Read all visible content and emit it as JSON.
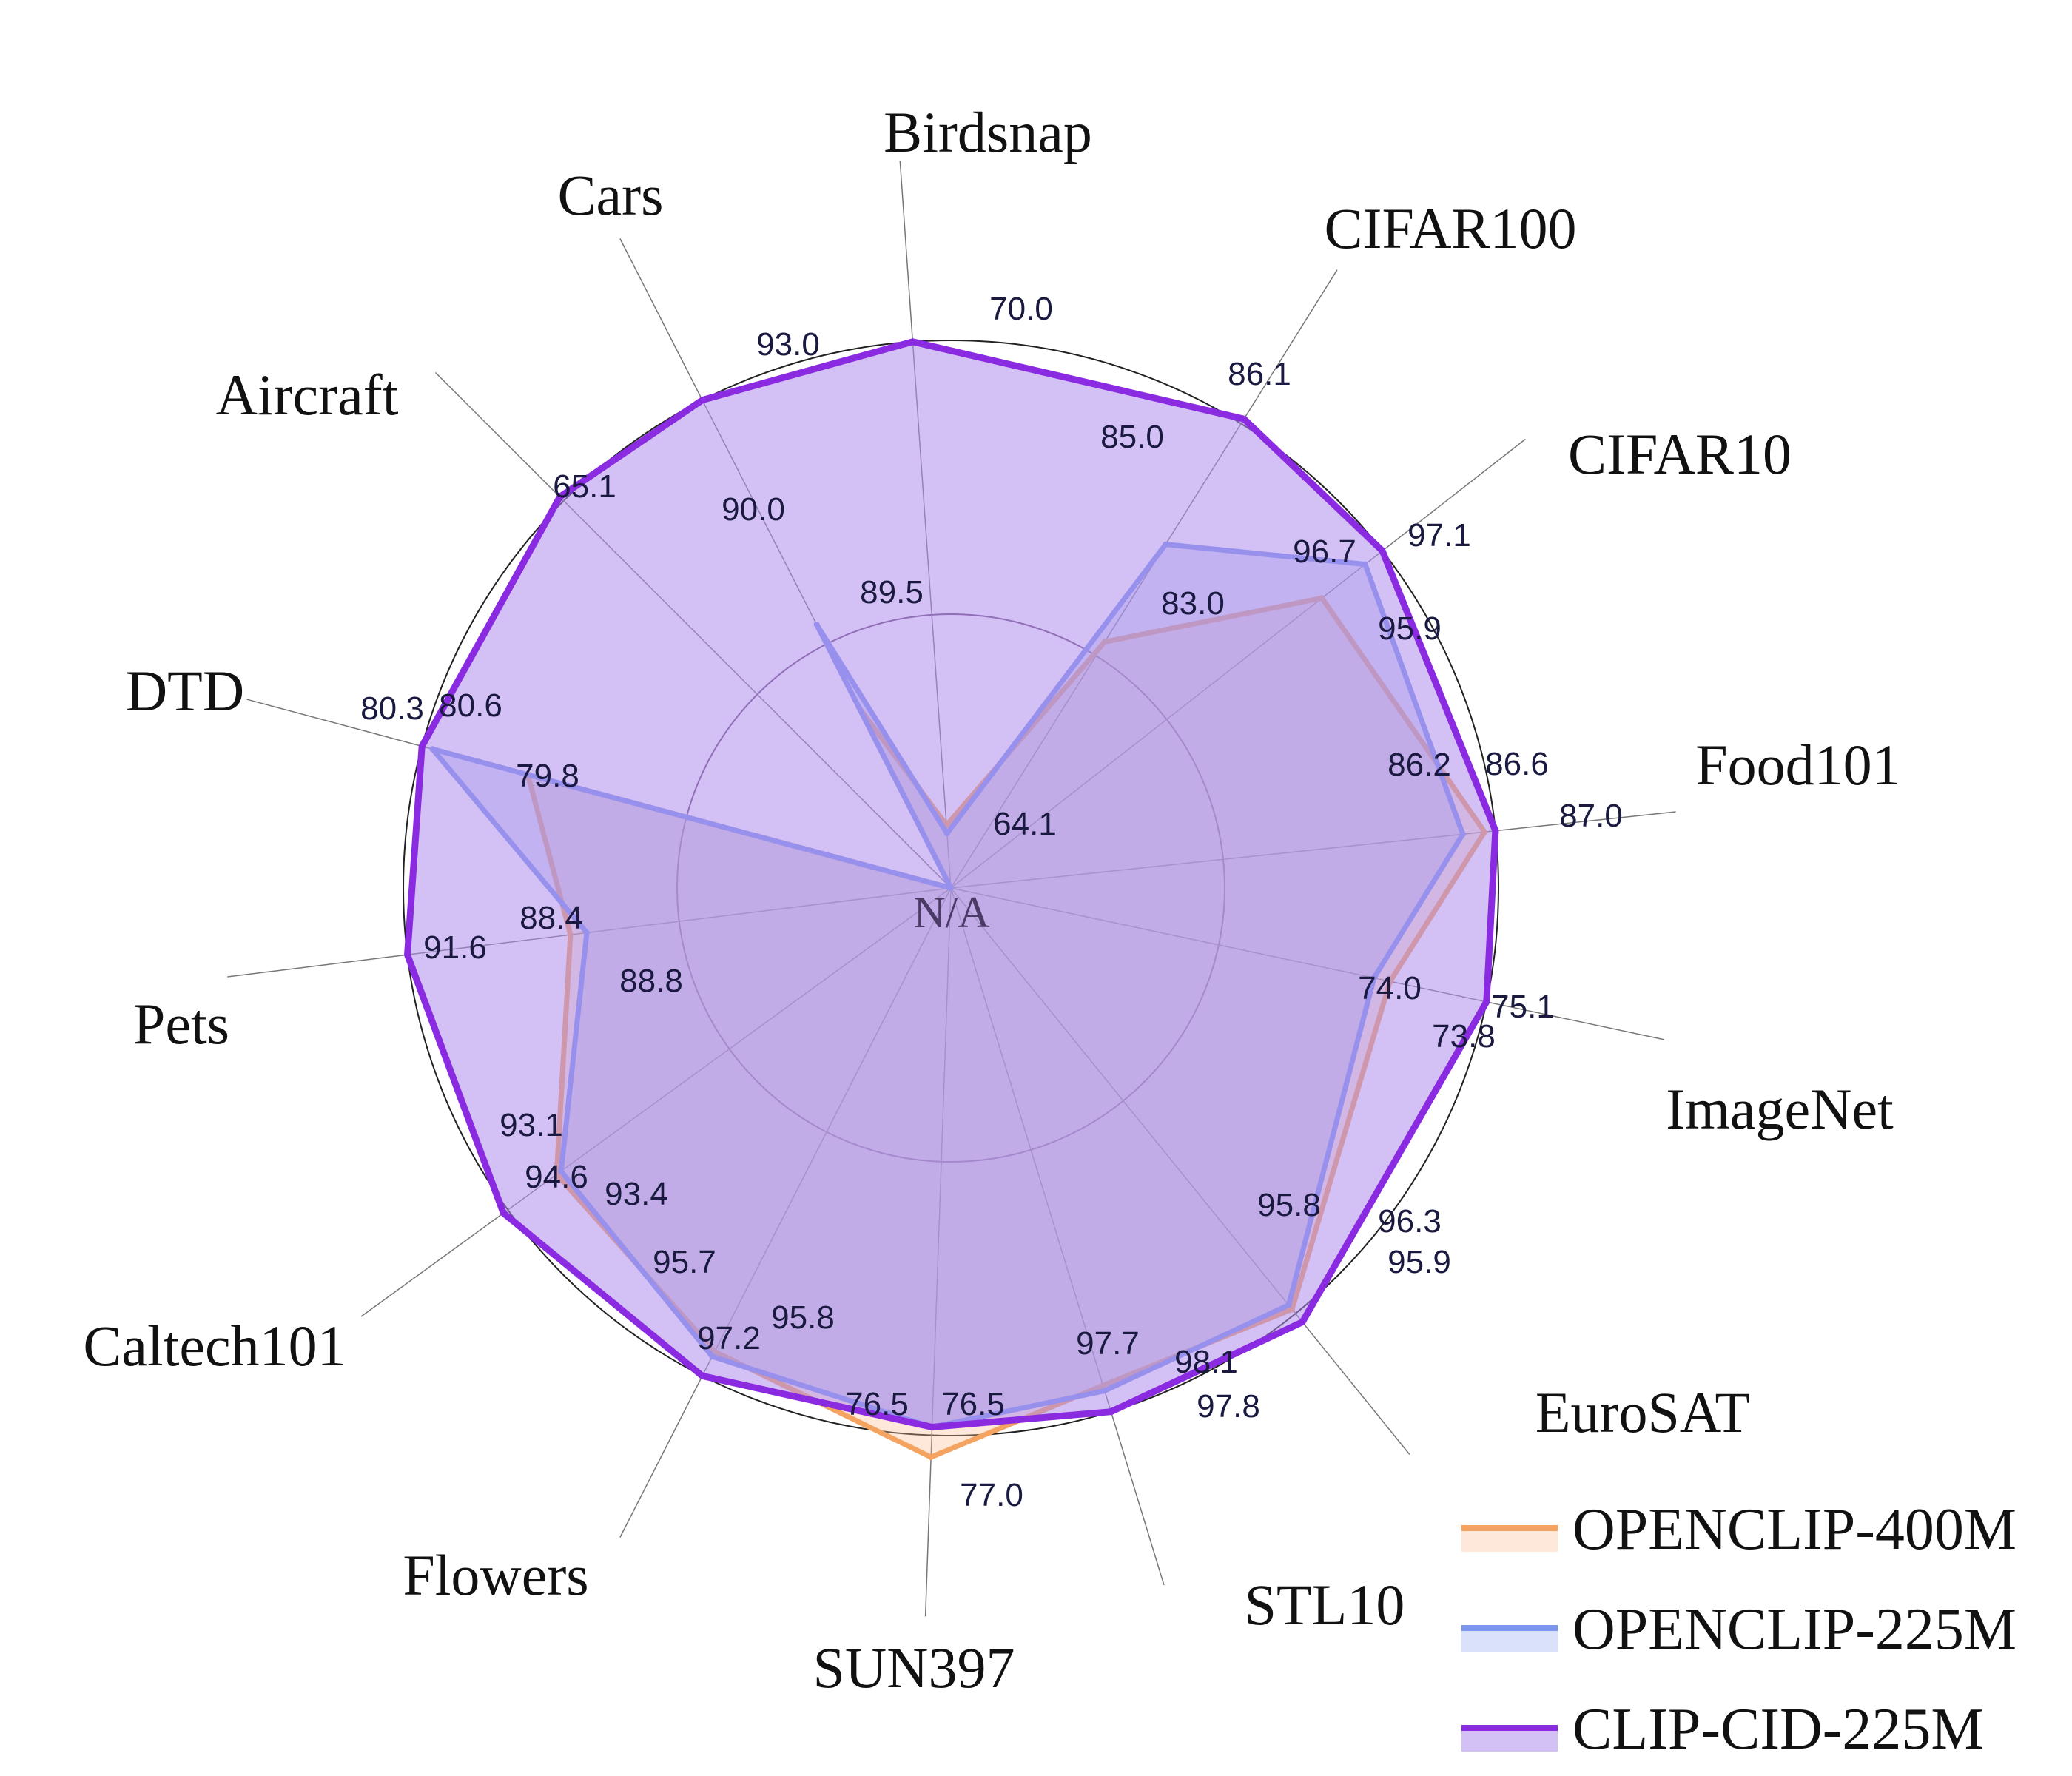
{
  "chart_data": {
    "type": "radar",
    "center_label": "N/A",
    "axes": [
      "Birdsnap",
      "CIFAR100",
      "CIFAR10",
      "Food101",
      "ImageNet",
      "EuroSAT",
      "STL10",
      "SUN397",
      "Flowers",
      "Caltech101",
      "Pets",
      "DTD",
      "Aircraft",
      "Cars"
    ],
    "series": [
      {
        "name": "OPENCLIP-400M",
        "color": "#f4a460",
        "fill": "rgba(250, 190, 150, 0.35)",
        "values": [
          null,
          83.0,
          95.9,
          87.0,
          74.0,
          95.9,
          97.7,
          77.0,
          95.7,
          94.6,
          88.4,
          79.8,
          null,
          89.5
        ]
      },
      {
        "name": "OPENCLIP-225M",
        "color": "#7b96ee",
        "fill": "rgba(150, 170, 240, 0.35)",
        "values": [
          64.1,
          85.0,
          96.7,
          86.2,
          73.8,
          95.8,
          97.8,
          76.5,
          95.8,
          93.4,
          88.8,
          80.3,
          null,
          90.0
        ]
      },
      {
        "name": "CLIP-CID-225M",
        "color": "#8a2be2",
        "fill": "rgba(175, 140, 235, 0.55)",
        "values": [
          70.0,
          86.1,
          97.1,
          86.6,
          75.1,
          96.3,
          98.1,
          76.5,
          97.2,
          93.1,
          91.6,
          80.6,
          65.1,
          93.0
        ]
      }
    ],
    "value_labels": [
      {
        "axis": "Birdsnap",
        "texts": [
          "70.0",
          "64.1"
        ]
      },
      {
        "axis": "CIFAR100",
        "texts": [
          "86.1",
          "85.0",
          "83.0"
        ]
      },
      {
        "axis": "CIFAR10",
        "texts": [
          "97.1",
          "96.7",
          "95.9"
        ]
      },
      {
        "axis": "Food101",
        "texts": [
          "86.6",
          "86.2",
          "87.0"
        ]
      },
      {
        "axis": "ImageNet",
        "texts": [
          "75.1",
          "74.0",
          "73.8"
        ]
      },
      {
        "axis": "EuroSAT",
        "texts": [
          "96.3",
          "95.8",
          "95.9"
        ]
      },
      {
        "axis": "STL10",
        "texts": [
          "98.1",
          "97.7",
          "97.8"
        ]
      },
      {
        "axis": "SUN397",
        "texts": [
          "76.5",
          "76.5",
          "77.0"
        ]
      },
      {
        "axis": "Flowers",
        "texts": [
          "97.2",
          "95.7",
          "95.8"
        ]
      },
      {
        "axis": "Caltech101",
        "texts": [
          "94.6",
          "93.1",
          "93.4"
        ]
      },
      {
        "axis": "Pets",
        "texts": [
          "91.6",
          "88.4",
          "88.8"
        ]
      },
      {
        "axis": "DTD",
        "texts": [
          "80.3",
          "80.6",
          "79.8"
        ]
      },
      {
        "axis": "Aircraft",
        "texts": [
          "65.1"
        ]
      },
      {
        "axis": "Cars",
        "texts": [
          "93.0",
          "90.0",
          "89.5"
        ]
      }
    ],
    "legend": {
      "position": "bottom-right",
      "entries": [
        "OPENCLIP-400M",
        "OPENCLIP-225M",
        "CLIP-CID-225M"
      ]
    },
    "grid": true
  }
}
